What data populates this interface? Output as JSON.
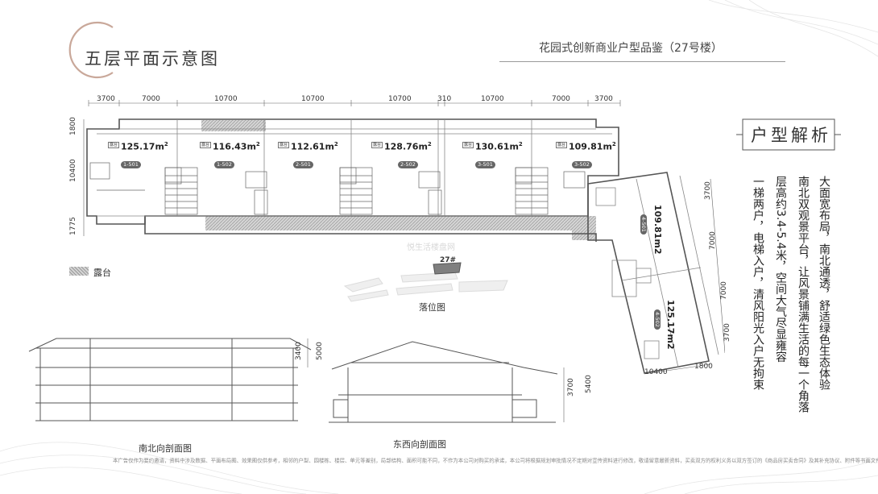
{
  "header": {
    "title": "五层平面示意图",
    "subtitle": "花园式创新商业户型品鉴（27号楼）"
  },
  "plan": {
    "top_dims": [
      "3700",
      "7000",
      "10700",
      "10700",
      "10700",
      "310",
      "10700",
      "7000",
      "3700"
    ],
    "left_dims": [
      "1800",
      "10400",
      "1775"
    ],
    "units": [
      {
        "area": "125.17",
        "id": "1-501"
      },
      {
        "area": "116.43",
        "id": "1-502"
      },
      {
        "area": "112.61",
        "id": "2-501"
      },
      {
        "area": "128.76",
        "id": "2-502"
      },
      {
        "area": "130.61",
        "id": "3-501"
      },
      {
        "area": "109.81",
        "id": "3-502"
      }
    ],
    "area_unit": "m",
    "area_exp": "2",
    "wing_units": [
      {
        "area": "109.81",
        "id": "4-501"
      },
      {
        "area": "125.17",
        "id": "4-502"
      }
    ],
    "wing_right_dims": [
      "3700",
      "7000",
      "7000",
      "3700"
    ],
    "wing_bottom_dims": [
      "10400",
      "1800"
    ],
    "tag_text": "露台\n面积",
    "legend": "露台",
    "watermark": "悦生活楼盘网"
  },
  "site_plan": {
    "building_label": "27#",
    "caption": "落位图"
  },
  "sections": {
    "north_south": {
      "caption": "南北向剖面图",
      "dims": [
        "3400",
        "5000"
      ]
    },
    "east_west": {
      "caption": "东西向剖面图",
      "dims": [
        "3700",
        "5400"
      ]
    }
  },
  "analysis": {
    "title": "户型解析",
    "lines": [
      "大面宽布局，南北通透，舒适绿色生态体验",
      "南北双观景平台，让风景铺满生活的每一个角落",
      "层高约3.4-5.4米，空间大气尽显雍容",
      "一梯两户，电梯入户，清风阳光入户无拘束"
    ]
  },
  "footer": {
    "disclaimer": "本广告仅作为要约邀请，资料中涉及数据、平面布局图、效果图仅供参考，相邻的户型、园楼栋、楼层、单元等差别，局部结构、面积可能不同，不作为本公司对购买的承诺，本公司将根据规划审批情况不定期对宣传资料进行修改，敬请留意最新资料，买卖双方的权利义务以双方签订的《商品房买卖合同》及其补充协议、附件等书面文件为准。"
  },
  "colors": {
    "accent_arc": "#c9a89a",
    "wall": "#555555",
    "terrace": "#bdbdbd"
  }
}
